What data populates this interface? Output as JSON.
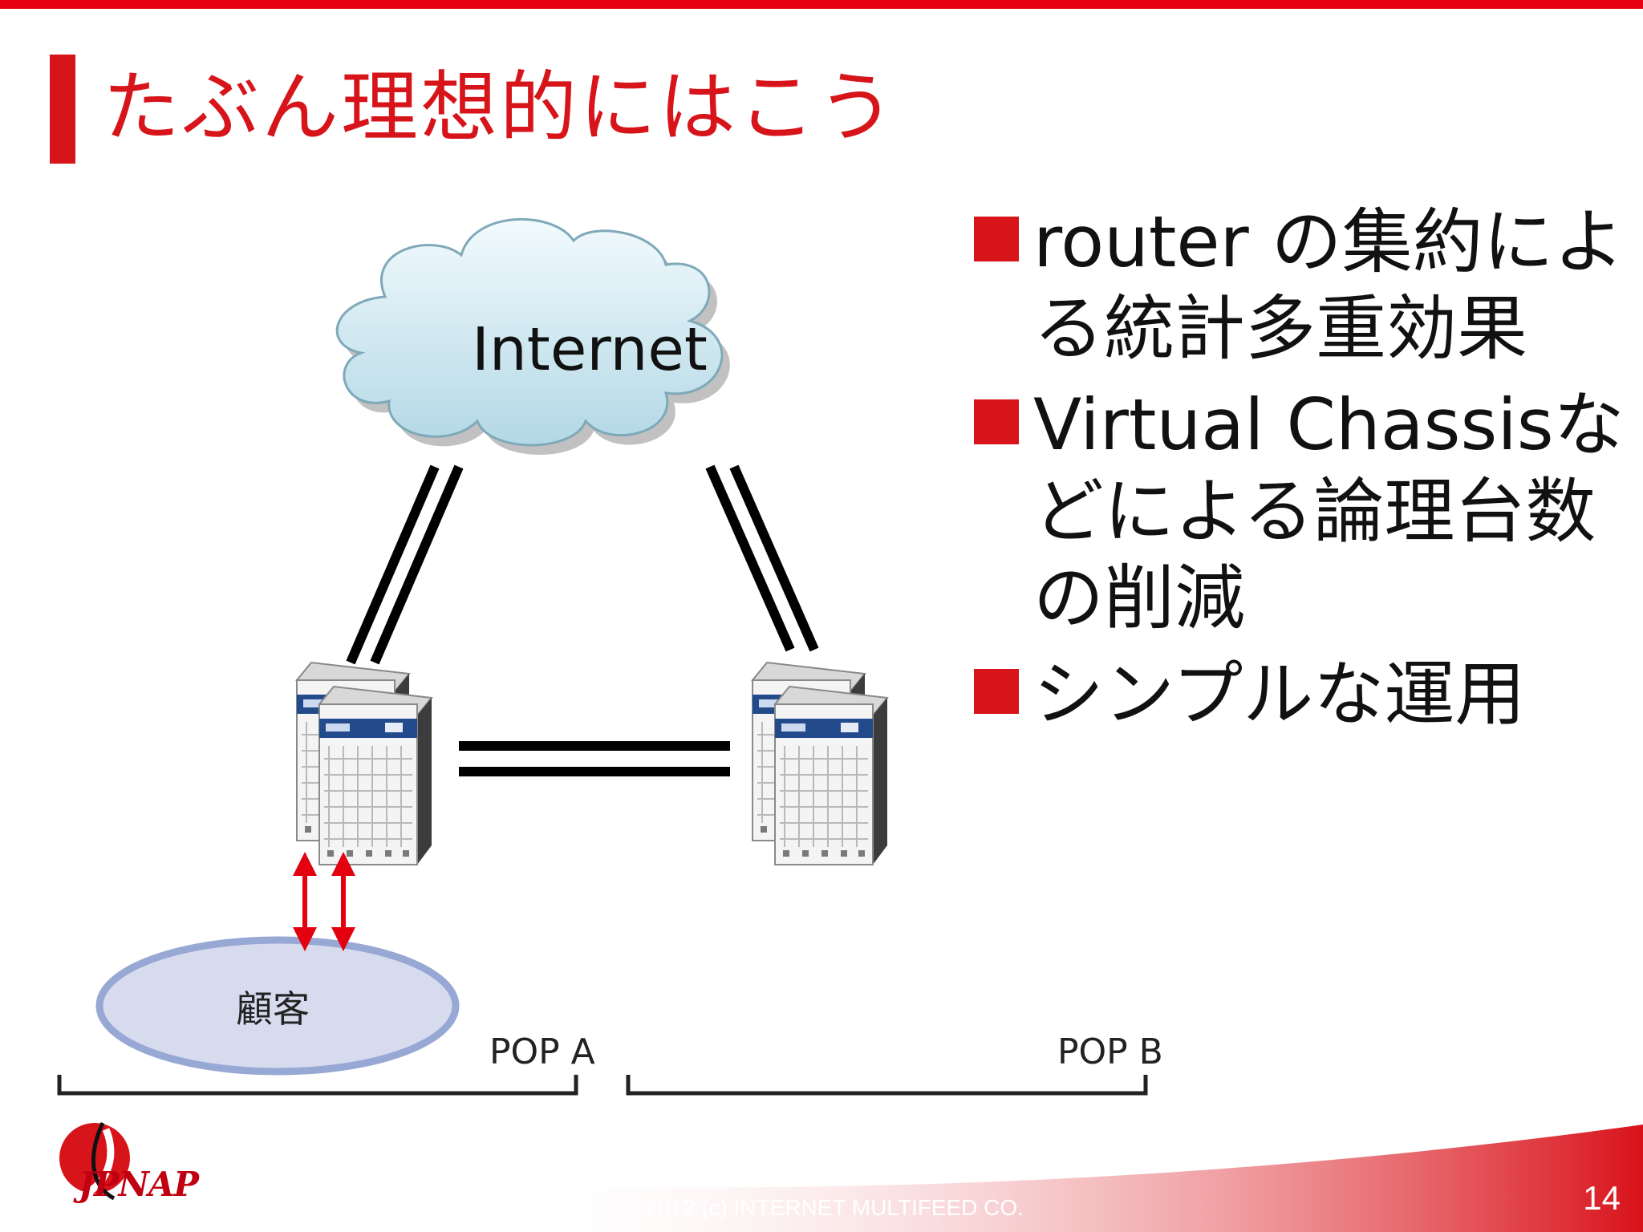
{
  "slide": {
    "title": "たぶん理想的にはこう",
    "accent_color": "#d7141a",
    "page_number": "14"
  },
  "diagram": {
    "cloud_label": "Internet",
    "customer_label": "顧客",
    "pop_labels": [
      "POP A",
      "POP B"
    ],
    "icons": [
      "cloud-icon",
      "router-chassis-icon",
      "double-arrow-icon"
    ]
  },
  "bullets": [
    "router の集約による統計多重効果",
    "Virtual Chassisなどによる論理台数の削減",
    "シンプルな運用"
  ],
  "footer": {
    "brand": "JPNAP",
    "copyright": "2012 (c) INTERNET MULTIFEED CO."
  }
}
